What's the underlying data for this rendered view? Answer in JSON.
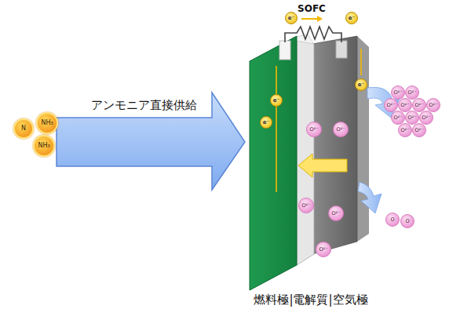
{
  "diagram": {
    "nodes": [
      {
        "text": [
          "N"
        ]
      },
      {
        "text": [
          "NH₃"
        ]
      },
      {
        "text": [
          "NH₃"
        ]
      },
      {
        "text": [
          "e⁻"
        ]
      },
      {
        "text": [
          "e⁻"
        ]
      },
      {
        "text": [
          "e⁻"
        ]
      },
      {
        "text": [
          "e⁻"
        ]
      },
      {
        "text": [
          "e⁻"
        ]
      },
      {
        "text": [
          "O²⁻"
        ]
      },
      {
        "text": [
          "O²⁻"
        ]
      },
      {
        "text": [
          "O²⁻"
        ]
      },
      {
        "text": [
          "O²⁻"
        ]
      },
      {
        "text": [
          "O²⁻"
        ]
      },
      {
        "text": [
          "O²⁻"
        ]
      },
      {
        "text": [
          "O²⁻"
        ]
      },
      {
        "text": [
          "O²⁻"
        ]
      },
      {
        "text": [
          "O²⁻"
        ]
      },
      {
        "text": [
          "O²⁻"
        ]
      },
      {
        "text": [
          "O²⁻"
        ]
      },
      {
        "text": [
          "O²⁻"
        ]
      },
      {
        "text": [
          "O²⁻"
        ]
      },
      {
        "text": [
          "O²⁻"
        ]
      },
      {
        "text": [
          "O²⁻"
        ]
      },
      {
        "text": [
          "O²⁻"
        ]
      },
      {
        "text": [
          "O"
        ]
      },
      {
        "text": [
          "O"
        ]
      }
    ],
    "labels": [
      "SOFC",
      "アンモニア直接供給",
      "燃料極|電解質|空気極"
    ]
  }
}
